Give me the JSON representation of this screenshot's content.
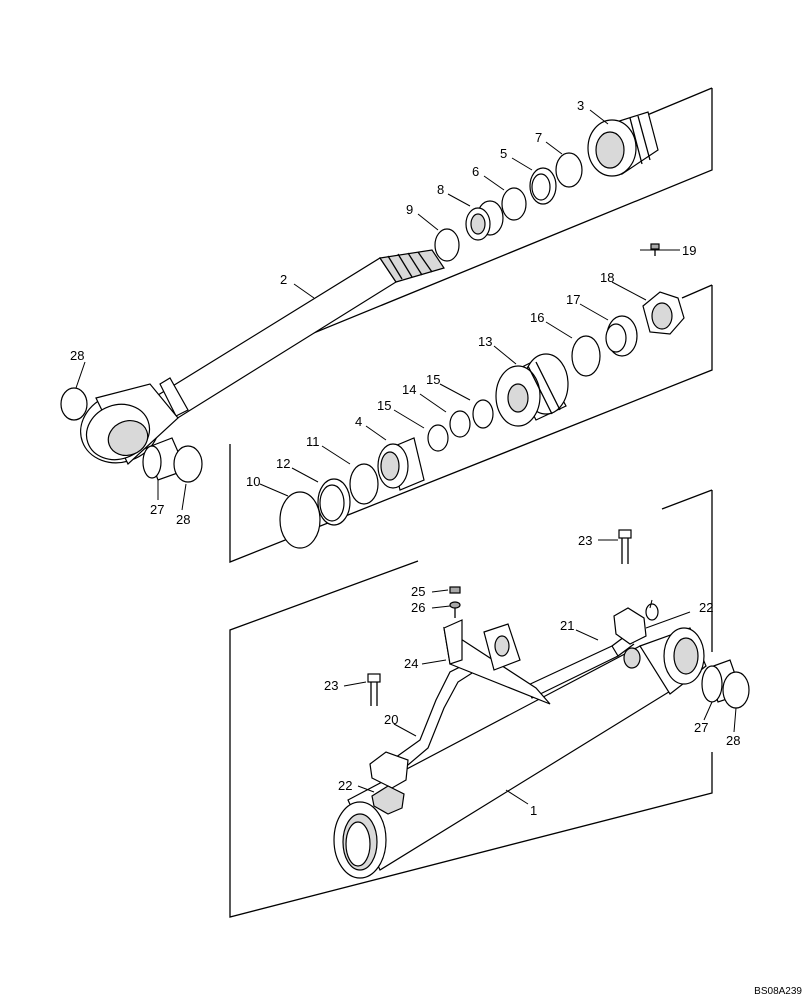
{
  "drawing_code": "BS08A239",
  "callouts": [
    "1",
    "2",
    "3",
    "4",
    "5",
    "6",
    "7",
    "8",
    "9",
    "10",
    "11",
    "12",
    "13",
    "14",
    "15",
    "15",
    "16",
    "17",
    "18",
    "19",
    "20",
    "21",
    "22",
    "22",
    "23",
    "23",
    "24",
    "25",
    "26",
    "27",
    "27",
    "28",
    "28",
    "28"
  ]
}
